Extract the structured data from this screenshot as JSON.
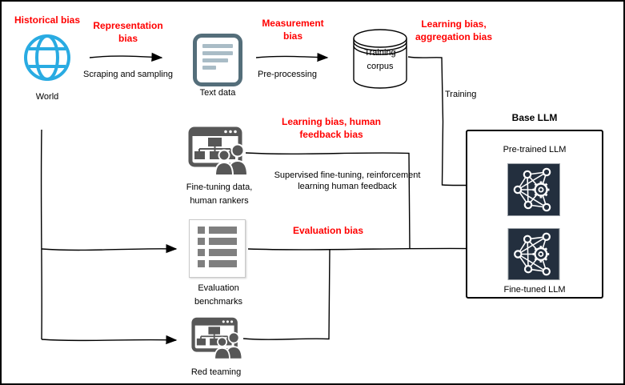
{
  "bias_labels": {
    "historical": "Historical bias",
    "representation": "Representation bias",
    "measurement": "Measurement bias",
    "learning_aggregation": "Learning bias, aggregation bias",
    "learning_human_feedback": "Learning bias, human feedback bias",
    "evaluation": "Evaluation bias"
  },
  "process_labels": {
    "scraping": "Scraping and sampling",
    "preprocessing": "Pre-processing",
    "training": "Training",
    "sft_rlhf": "Supervised fine-tuning, reinforcement learning human feedback"
  },
  "nodes": {
    "world": "World",
    "text_data": "Text data",
    "training_corpus": "Training corpus",
    "fine_tuning_data": "Fine-tuning data, human rankers",
    "evaluation_benchmarks": "Evaluation benchmarks",
    "red_teaming": "Red teaming"
  },
  "llm_box": {
    "title": "Base LLM",
    "pretrained": "Pre-trained LLM",
    "finetuned": "Fine-tuned LLM"
  },
  "colors": {
    "bias_red": "#ff0000",
    "globe_blue": "#29ABE2",
    "document_slate": "#546E7A",
    "document_bar": "#A9BCC6",
    "window_gray": "#575757",
    "benchmark_gray": "#7f7f7f",
    "llm_navy": "#232F3E",
    "line_black": "#000000"
  },
  "icon_names": [
    "globe-icon",
    "document-icon",
    "database-cylinder-icon",
    "window-people-icon",
    "checklist-icon",
    "neural-network-gear-icon",
    "arrow-icon"
  ]
}
